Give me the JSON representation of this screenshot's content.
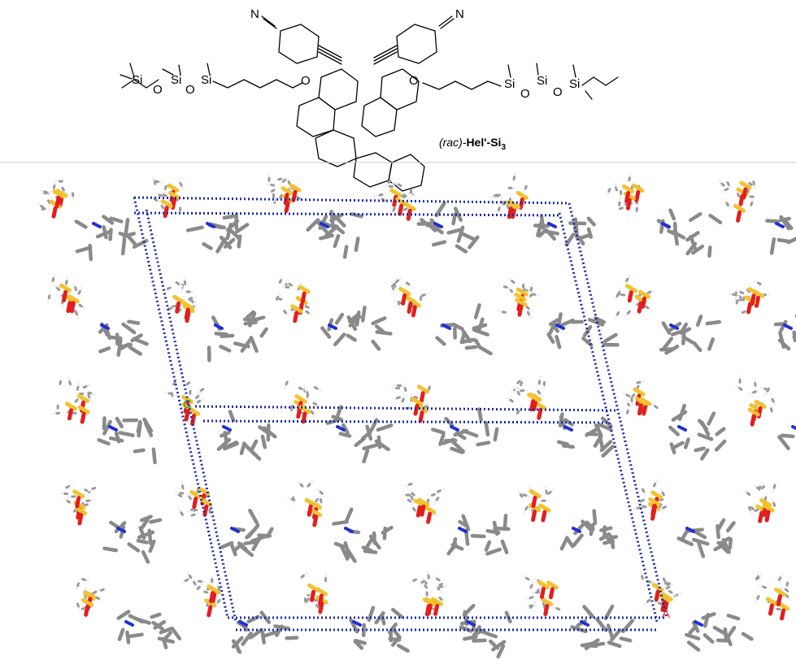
{
  "top": {
    "compound_label": {
      "prefix": "(rac)-",
      "name": "Hel'-Si",
      "subscript": "3"
    },
    "atoms": {
      "nitrile_left": "N",
      "nitrile_right": "N",
      "oxygen_left": "O",
      "oxygen_right": "O",
      "siloxane_left": [
        "Si",
        "O",
        "Si",
        "O",
        "Si"
      ],
      "siloxane_right": [
        "Si",
        "O",
        "Si",
        "O",
        "Si"
      ]
    }
  },
  "crystal": {
    "axis_labels": {
      "c_axis": "C",
      "a_axis": "A"
    },
    "element_colors": {
      "carbon": "#8a8a8a",
      "hydrogen": "#f2f2f2",
      "oxygen": "#e31e1e",
      "silicon": "#f2c230",
      "nitrogen": "#1e2fd6"
    },
    "unit_cell_color": "#1f2aa8",
    "axis_c_color": "#2e9e3e",
    "axis_a_color": "#e03030"
  }
}
